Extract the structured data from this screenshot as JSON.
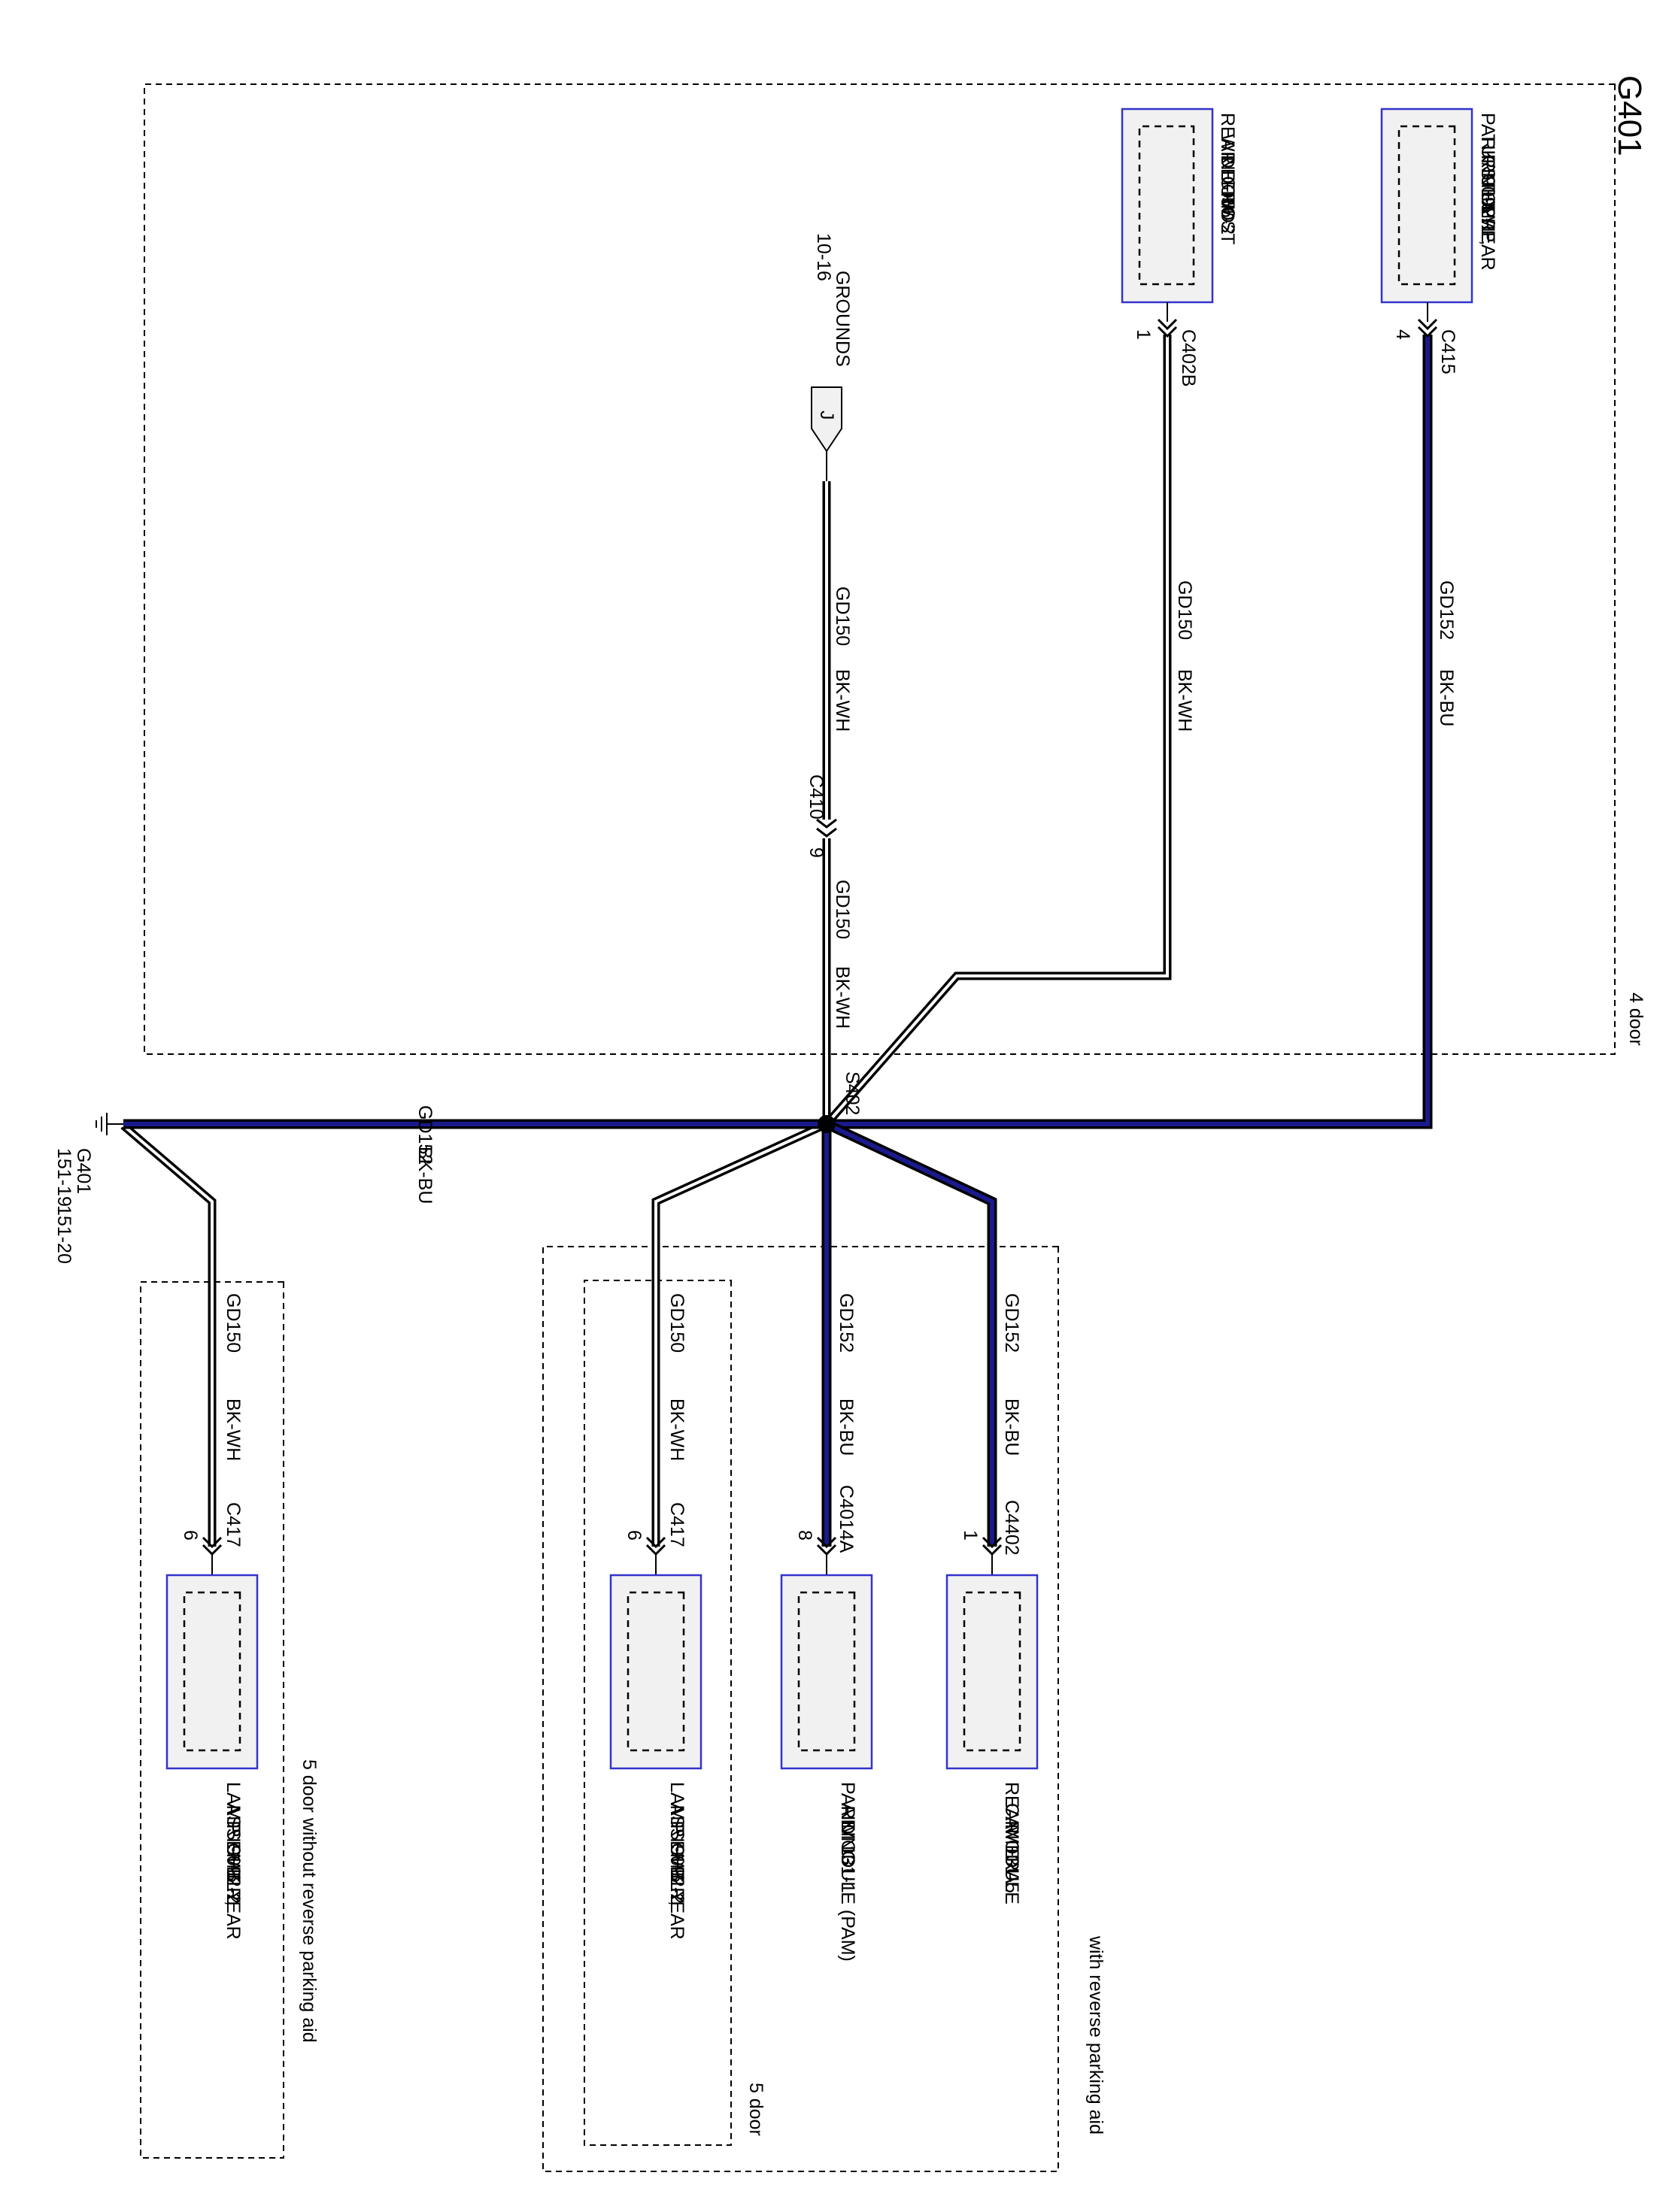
{
  "ground": {
    "title": "G401",
    "ref_1": "151-19",
    "ref_2": "151-20"
  },
  "splice": {
    "label": "S402"
  },
  "main_wire": {
    "circuit": "GD152",
    "color": "BK-BU"
  },
  "regions": {
    "four_door": "4 door",
    "five_door": "5 door",
    "with_rpa": "with reverse parking aid",
    "five_door_without_rpa": "5 door without reverse parking aid"
  },
  "grounds_ref": {
    "title": "GROUNDS",
    "ref": "10-16",
    "connector_letter": "J",
    "wire_circuit": "GD150",
    "wire_color": "BK-WH",
    "inline_connector": "C410",
    "inline_pin": "9",
    "wire2_circuit": "GD150",
    "wire2_color": "BK-WH"
  },
  "components": {
    "defrost": {
      "lines": [
        "REAR",
        "WINDOW",
        "DEFROST",
        "GRID",
        "56-2"
      ],
      "connector": "C402B",
      "pin": "1",
      "circuit": "GD150",
      "color": "BK-WH"
    },
    "park_lamp": {
      "lines": [
        "PARK/STOP/",
        "TURN LAMP,",
        "RIGHT REAR",
        "90-5",
        "92-1"
      ],
      "connector": "C415",
      "pin": "4",
      "circuit": "GD152",
      "color": "BK-BU"
    },
    "camera": {
      "lines": [
        "REAR",
        "CAMERA",
        "MODULE",
        "131-5"
      ],
      "connector": "C4402",
      "pin": "1",
      "circuit": "GD152",
      "color": "BK-BU"
    },
    "pam": {
      "lines": [
        "PARKING",
        "AID",
        "MODULE (PAM)",
        "131-1"
      ],
      "connector": "C4014A",
      "pin": "8",
      "circuit": "GD152",
      "color": "BK-BU"
    },
    "lamp_5door": {
      "lines": [
        "LAMP",
        "ASSEMBLY,",
        "RIGHT REAR",
        "90-6",
        "92-2"
      ],
      "connector": "C417",
      "pin": "6",
      "circuit": "GD150",
      "color": "BK-WH"
    },
    "lamp_no_rpa": {
      "lines": [
        "LAMP",
        "ASSEMBLY,",
        "RIGHT REAR",
        "90-6",
        "92-2"
      ],
      "connector": "C417",
      "pin": "6",
      "circuit": "GD150",
      "color": "BK-WH"
    }
  },
  "colors": {
    "bk_wh_stripe": "#ffffff",
    "bk_bu_stripe": "#1a1a8c",
    "component_border": "#3333cc",
    "component_fill": "#f1f1f1"
  }
}
